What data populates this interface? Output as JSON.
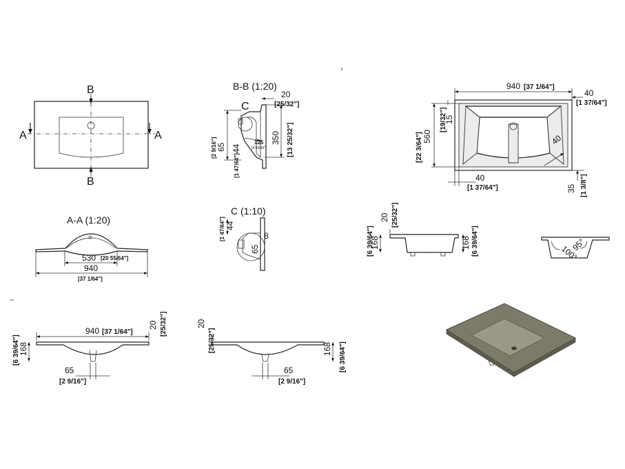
{
  "views": {
    "top_view": {
      "section_a": "A",
      "section_b": "B"
    },
    "section_bb": {
      "title": "B-B (1:20)",
      "detail_marker": "C",
      "dim_top_mm": "20",
      "dim_top_in": "[25/32\"]",
      "dim_height_mm": "350",
      "dim_height_in": "[13 25/32\"]",
      "dim_lip_mm": "65",
      "dim_lip_in": "[2 9/16\"]",
      "dim_slab_mm": "44",
      "dim_slab_in": "[1 47/64\"]",
      "dim_radius_mm": "125",
      "dim_radius_in": "[4 59/64\"]"
    },
    "plan_view": {
      "dim_width_mm": "940",
      "dim_width_in": "[37 1/64\"]",
      "dim_margin_mm": "40",
      "dim_margin_in": "[1 37/64\"]",
      "dim_depth_mm": "560",
      "dim_depth_in": "[22 3/64\"]",
      "dim_rim_mm": "15",
      "dim_rim_in": "[19/32\"]",
      "dim_edge_mm": "40",
      "dim_edge_in": "[1 37/64\"]",
      "dim_angle_mm": "40",
      "dim_corner_mm": "35",
      "dim_corner_in": "[1 3/8\"]"
    },
    "section_aa": {
      "title": "A-A (1:20)",
      "dim_inner_mm": "530",
      "dim_inner_in": "[20 55/64\"]",
      "dim_outer_mm": "940",
      "dim_outer_in": "[37 1/64\"]"
    },
    "detail_c": {
      "title": "C (1:10)",
      "dim_slab_mm": "44",
      "dim_slab_in": "[1 47/64\"]",
      "dim_lip_mm": "65",
      "dim_r_mm": "8"
    },
    "side_view": {
      "dim_top_mm": "20",
      "dim_top_in": "[25/32\"]",
      "dim_h_mm": "168",
      "dim_h_in": "[6 39/64\"]"
    },
    "angle_view": {
      "angle_a": "100°",
      "angle_b": "95°"
    },
    "front_view_left": {
      "dim_width_mm": "940",
      "dim_width_in": "[37 1/64\"]",
      "dim_top_mm": "20",
      "dim_top_in": "[25/32\"]",
      "dim_h_mm": "168",
      "dim_h_in": "[6 39/64\"]",
      "dim_drain_mm": "65",
      "dim_drain_in": "[2 9/16\"]"
    },
    "front_view_right": {
      "dim_top_mm": "20",
      "dim_top_in": "[25/32\"]",
      "dim_h_mm": "168",
      "dim_h_in": "[6 39/64\"]",
      "dim_drain_mm": "65",
      "dim_drain_in": "[2 9/16\"]"
    },
    "render_3d": {
      "colors": {
        "surface": "#7d7a6a",
        "basin": "#9b9888",
        "edge": "#5f5c4f"
      }
    }
  }
}
